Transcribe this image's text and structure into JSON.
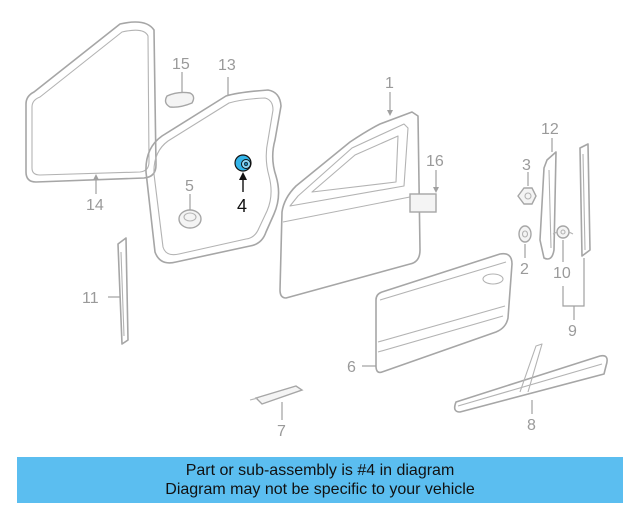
{
  "callouts": {
    "c1": "1",
    "c2": "2",
    "c3": "3",
    "c4": "4",
    "c5": "5",
    "c6": "6",
    "c7": "7",
    "c8": "8",
    "c9": "9",
    "c10": "10",
    "c11": "11",
    "c12": "12",
    "c13": "13",
    "c14": "14",
    "c15": "15",
    "c16": "16"
  },
  "highlighted_part": "4",
  "banner": {
    "line1": "Part or sub-assembly is #4 in diagram",
    "line2": "Diagram may not be specific to your vehicle"
  },
  "colors": {
    "banner_bg": "#5bbef0",
    "highlight_part": "#33b5ea",
    "line_art": "#a6a6a6",
    "callout_text": "#9a9a9a"
  }
}
